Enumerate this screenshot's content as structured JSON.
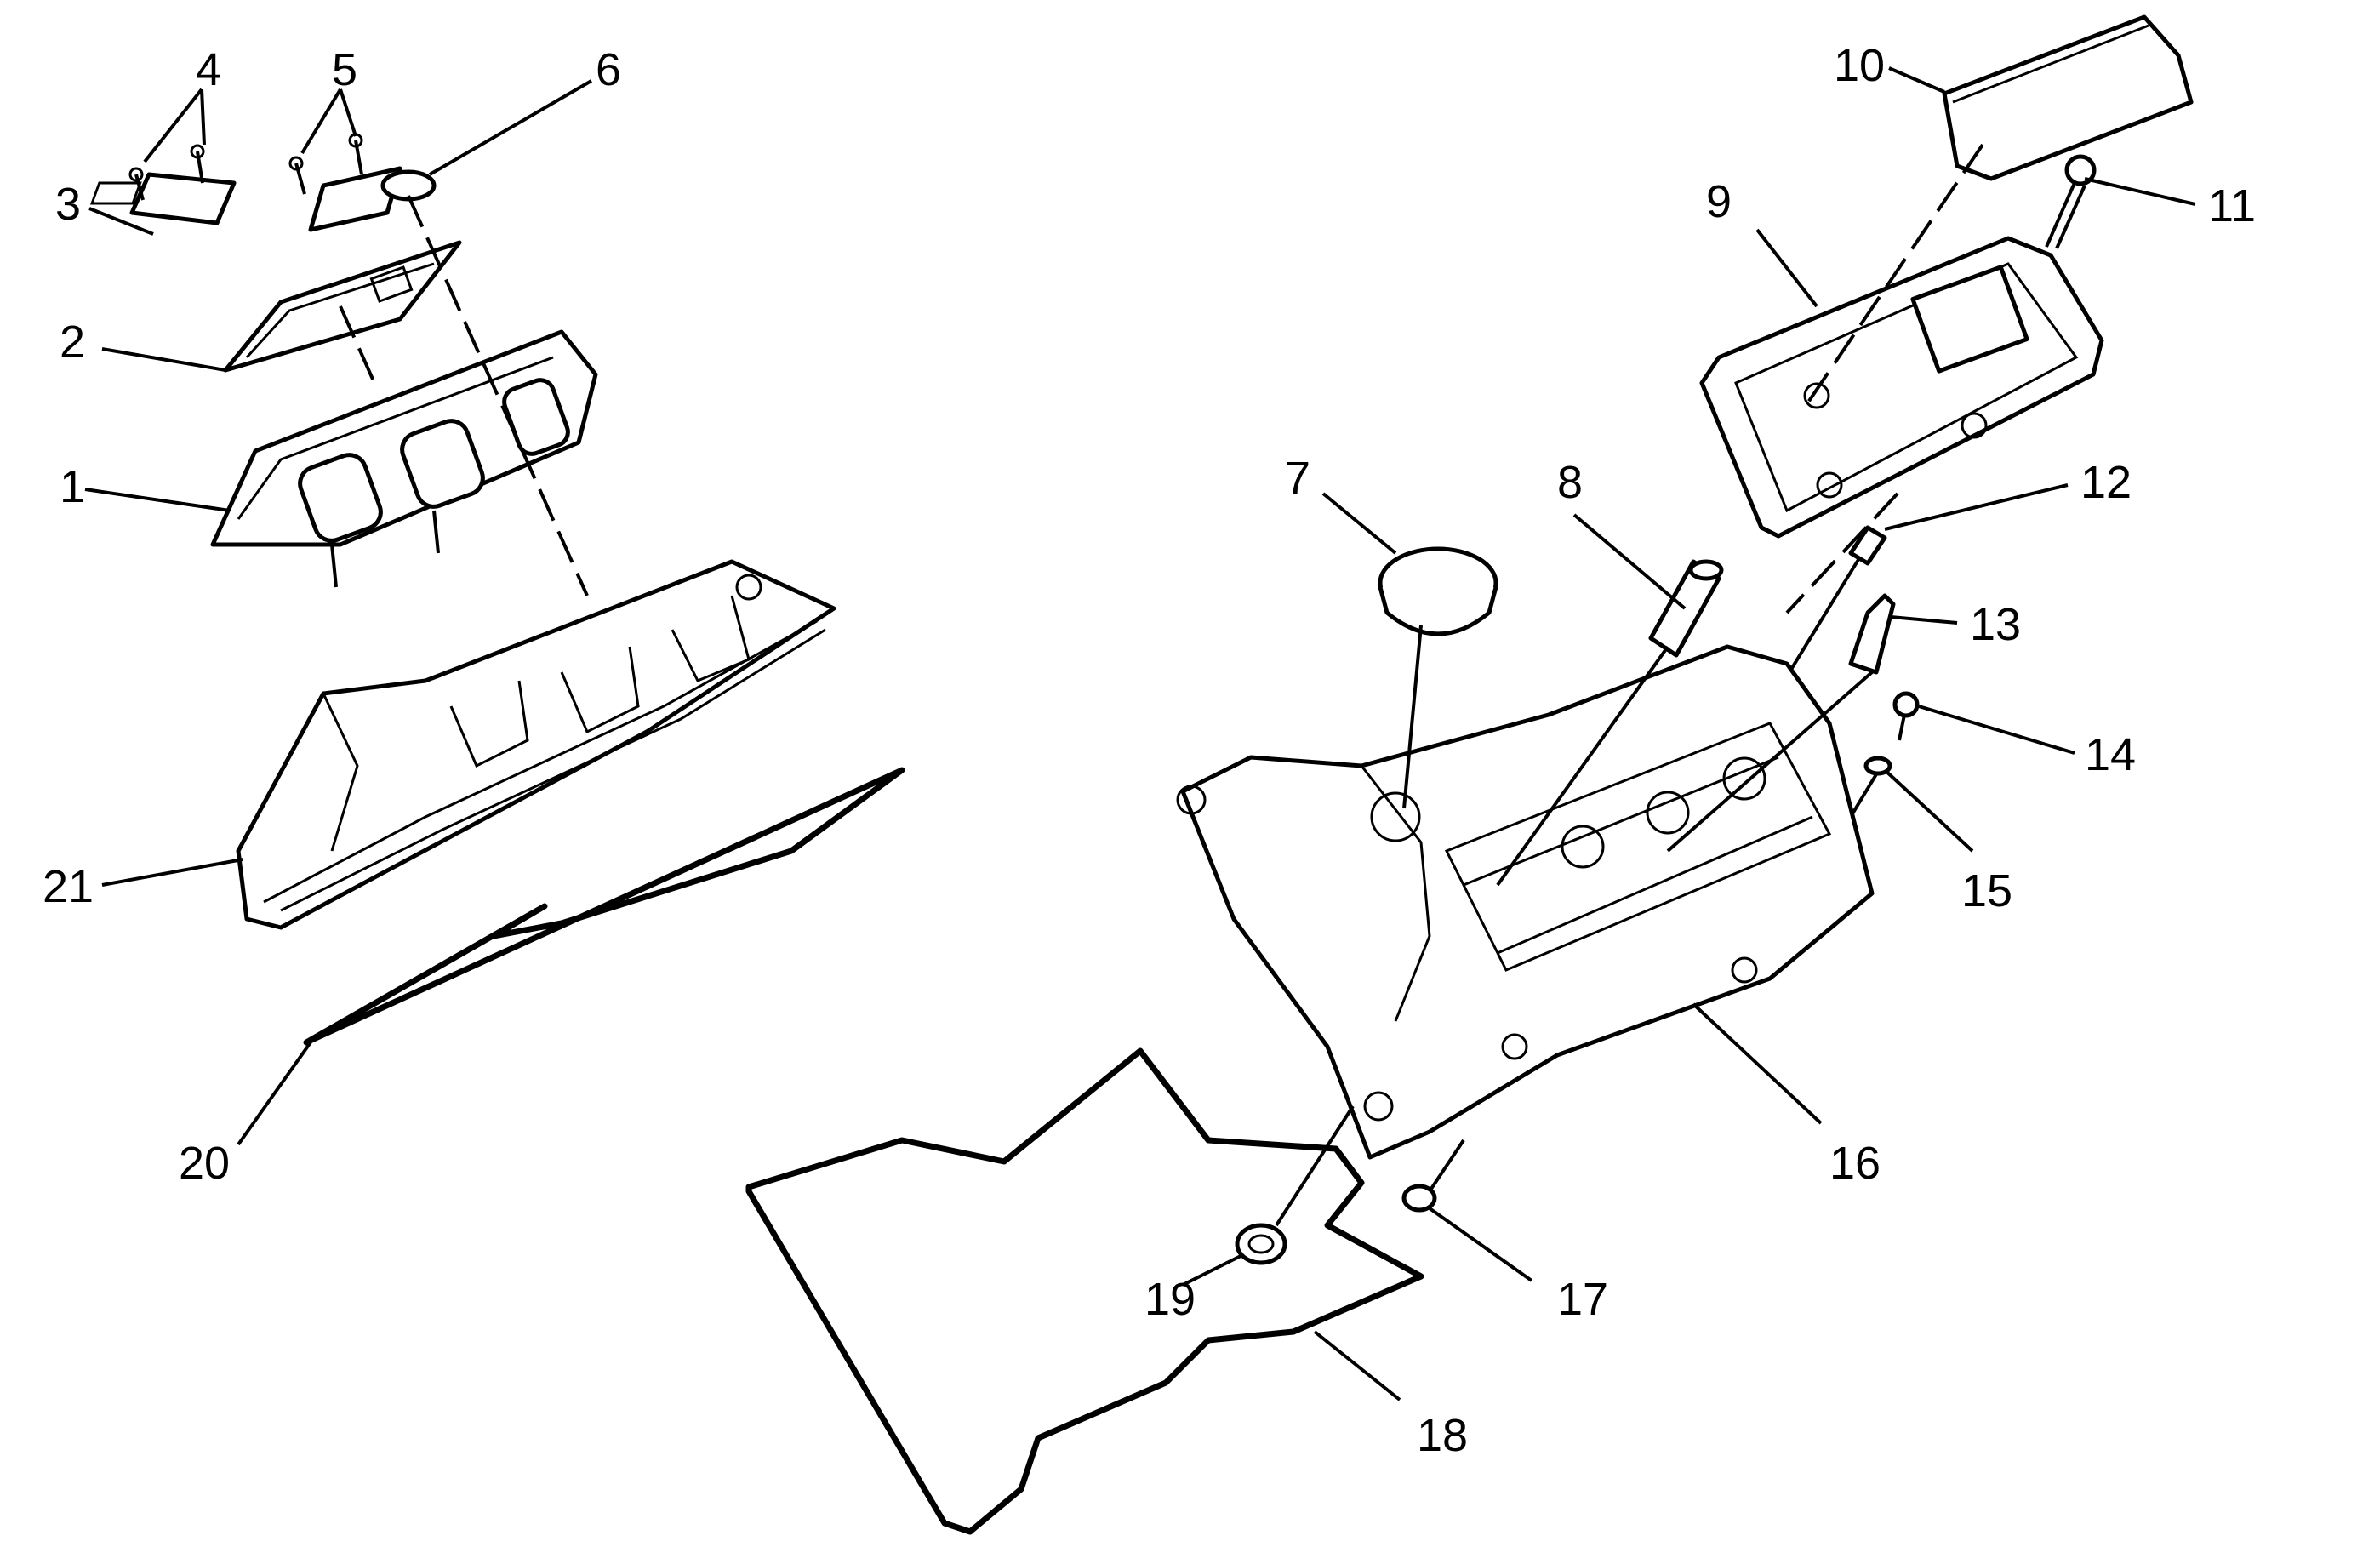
{
  "callouts": [
    {
      "id": "c1",
      "label": "1"
    },
    {
      "id": "c2",
      "label": "2"
    },
    {
      "id": "c3",
      "label": "3"
    },
    {
      "id": "c4",
      "label": "4"
    },
    {
      "id": "c5",
      "label": "5"
    },
    {
      "id": "c6",
      "label": "6"
    },
    {
      "id": "c7",
      "label": "7"
    },
    {
      "id": "c8",
      "label": "8"
    },
    {
      "id": "c9",
      "label": "9"
    },
    {
      "id": "c10",
      "label": "10"
    },
    {
      "id": "c11",
      "label": "11"
    },
    {
      "id": "c12",
      "label": "12"
    },
    {
      "id": "c13",
      "label": "13"
    },
    {
      "id": "c14",
      "label": "14"
    },
    {
      "id": "c15",
      "label": "15"
    },
    {
      "id": "c16",
      "label": "16"
    },
    {
      "id": "c17",
      "label": "17"
    },
    {
      "id": "c18",
      "label": "18"
    },
    {
      "id": "c19",
      "label": "19"
    },
    {
      "id": "c20",
      "label": "20"
    },
    {
      "id": "c21",
      "label": "21"
    }
  ]
}
